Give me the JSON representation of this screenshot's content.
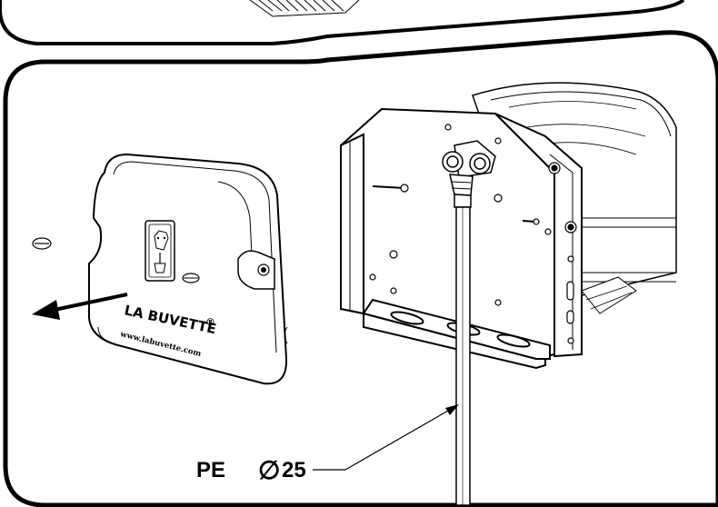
{
  "cover": {
    "brand": "LA BUVETTE",
    "registered_mark": "®",
    "website": "www.labuvette.com"
  },
  "callout": {
    "pipe_material": "PE",
    "diameter_symbol": "∅",
    "diameter_value": "25"
  },
  "icons": {
    "removal_arrow": "arrow-left-icon",
    "cow_logo": "cow-drinking-icon"
  }
}
